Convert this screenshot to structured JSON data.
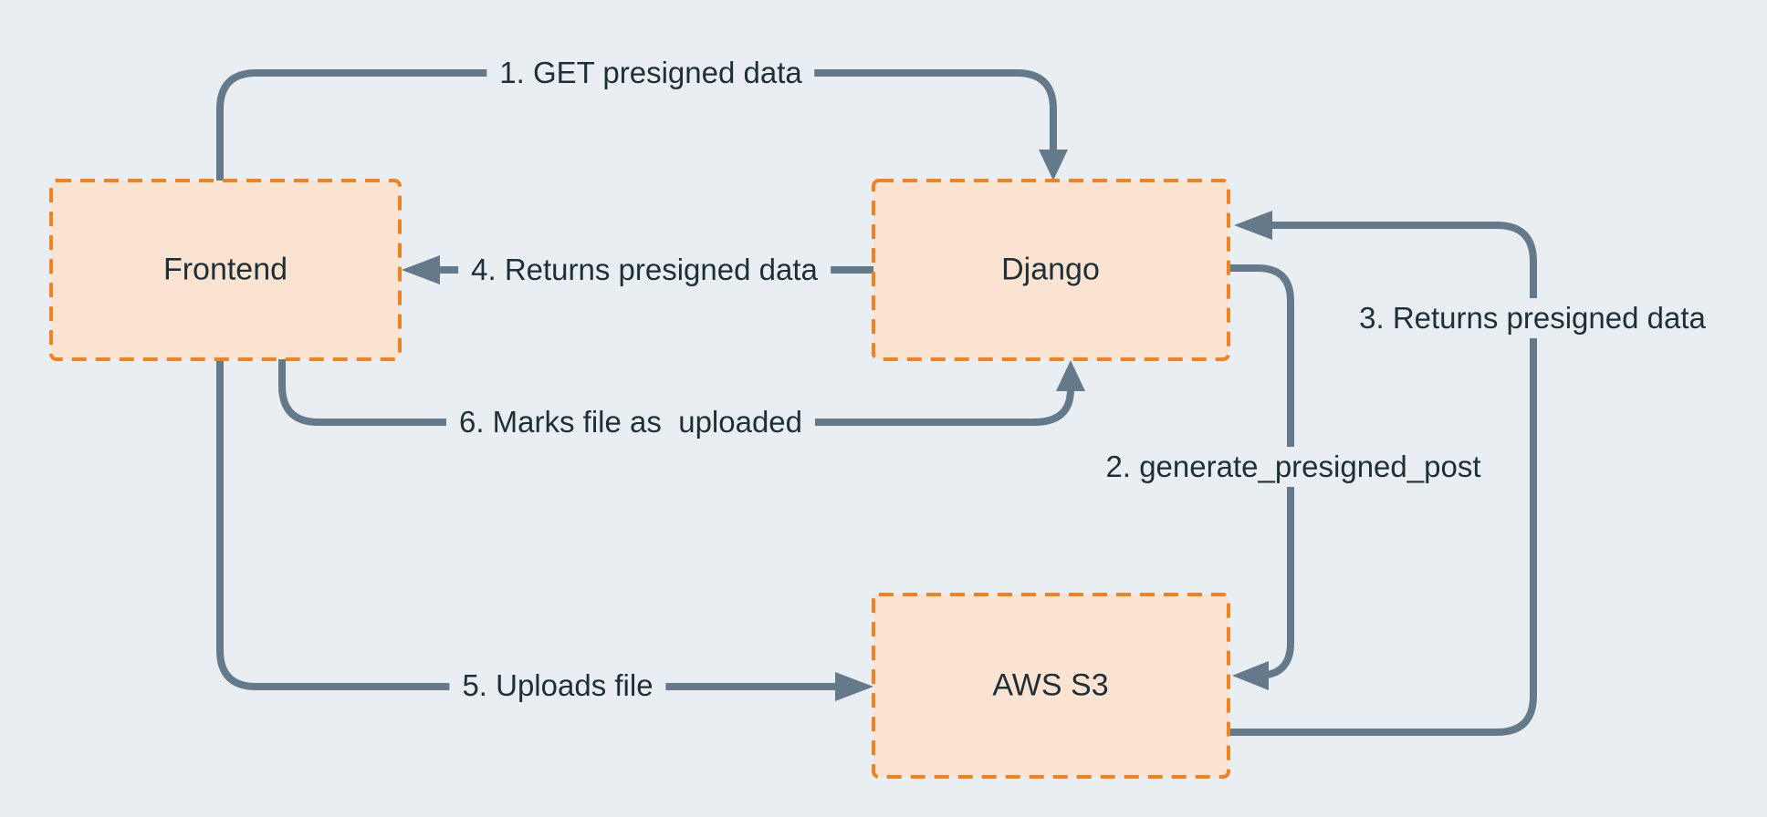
{
  "diagram": {
    "nodes": [
      {
        "id": "frontend",
        "label": "Frontend"
      },
      {
        "id": "django",
        "label": "Django"
      },
      {
        "id": "aws_s3",
        "label": "AWS S3"
      }
    ],
    "edges": [
      {
        "id": "1",
        "label": "1. GET presigned data",
        "from": "Frontend",
        "to": "Django"
      },
      {
        "id": "2",
        "label": "2. generate_presigned_post",
        "from": "Django",
        "to": "AWS S3"
      },
      {
        "id": "3",
        "label": "3. Returns presigned data",
        "from": "AWS S3",
        "to": "Django"
      },
      {
        "id": "4",
        "label": "4. Returns presigned data",
        "from": "Django",
        "to": "Frontend"
      },
      {
        "id": "5",
        "label": "5. Uploads file",
        "from": "Frontend",
        "to": "AWS S3"
      },
      {
        "id": "6",
        "label": "6. Marks file as  uploaded",
        "from": "Frontend",
        "to": "Django"
      }
    ],
    "colors": {
      "background": "#e8eef2",
      "node_fill": "#fbe3d2",
      "node_border": "#f08321",
      "arrow": "#64798a",
      "text": "#1e2f38"
    }
  }
}
